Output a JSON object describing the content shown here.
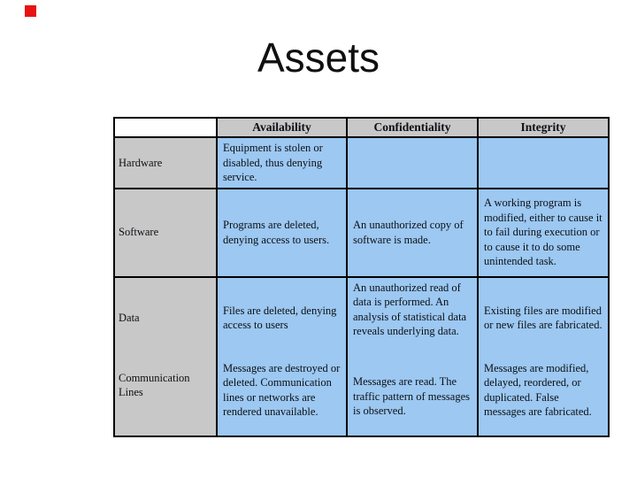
{
  "slide": {
    "title": "Assets"
  },
  "table": {
    "columns": [
      "Availability",
      "Confidentiality",
      "Integrity"
    ],
    "rows": [
      {
        "label": "Hardware",
        "cells": [
          "Equipment is stolen or disabled, thus denying service.",
          "",
          ""
        ]
      },
      {
        "label": "Software",
        "cells": [
          "Programs are deleted, denying access to users.",
          "An unauthorized copy of software is made.",
          "A working program is modified, either to cause it to fail during execution or to cause it to do some unintended task."
        ]
      },
      {
        "label": "Data",
        "cells": [
          "Files are deleted, denying access to users",
          "An unauthorized read of data is performed. An analysis of statistical data reveals underlying data.",
          "Existing files are modified or new files are fabricated."
        ]
      },
      {
        "label": "Communication Lines",
        "cells": [
          "Messages are destroyed or deleted. Communication lines or networks are rendered unavailable.",
          "Messages are read. The traffic pattern of messages is observed.",
          "Messages are modified, delayed, reordered, or duplicated. False messages are fabricated."
        ]
      }
    ]
  },
  "colors": {
    "header_bg": "#c8c8c8",
    "cell_bg": "#9cc8f2",
    "border": "#000000",
    "marker": "#e81313",
    "text": "#0d0f14"
  }
}
